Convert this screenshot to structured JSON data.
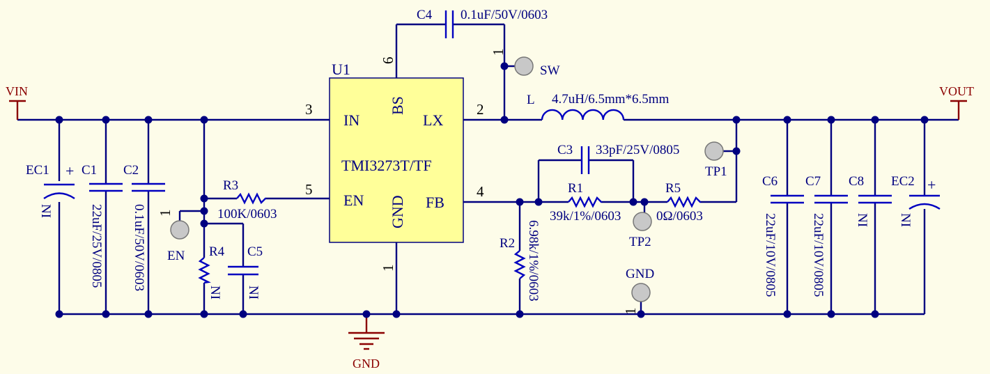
{
  "power": {
    "vin": "VIN",
    "vout": "VOUT",
    "gnd": "GND"
  },
  "ic": {
    "ref": "U1",
    "part": "TMI3273T/TF",
    "pins": {
      "in": "IN",
      "en": "EN",
      "bs": "BS",
      "gnd": "GND",
      "lx": "LX",
      "fb": "FB"
    },
    "pin_numbers": {
      "in": "3",
      "en": "5",
      "bs": "6",
      "gnd": "1",
      "lx": "2",
      "fb": "4"
    }
  },
  "components": {
    "ec1": {
      "ref": "EC1",
      "value": "NI"
    },
    "c1": {
      "ref": "C1",
      "value": "22uF/25V/0805"
    },
    "c2": {
      "ref": "C2",
      "value": "0.1uF/50V/0603"
    },
    "r3": {
      "ref": "R3",
      "value": "100K/0603"
    },
    "r4": {
      "ref": "R4",
      "value": "NI"
    },
    "c5": {
      "ref": "C5",
      "value": "NI"
    },
    "c4": {
      "ref": "C4",
      "value": "0.1uF/50V/0603"
    },
    "l": {
      "ref": "L",
      "value": "4.7uH/6.5mm*6.5mm"
    },
    "c3": {
      "ref": "C3",
      "value": "33pF/25V/0805"
    },
    "r1": {
      "ref": "R1",
      "value": "39k/1%/0603"
    },
    "r5": {
      "ref": "R5",
      "value": "0Ω/0603"
    },
    "r2": {
      "ref": "R2",
      "value": "6.98k/1%/0603"
    },
    "c6": {
      "ref": "C6",
      "value": "22uF/10V/0805"
    },
    "c7": {
      "ref": "C7",
      "value": "22uF/10V/0805"
    },
    "c8": {
      "ref": "C8",
      "value": "NI"
    },
    "ec2": {
      "ref": "EC2",
      "value": "NI"
    }
  },
  "testpoints": {
    "sw": {
      "label": "SW",
      "pin": "1"
    },
    "en": {
      "label": "EN",
      "pin": "1"
    },
    "tp1": {
      "label": "TP1"
    },
    "tp2": {
      "label": "TP2"
    },
    "gnd": {
      "label": "GND",
      "pin": "1"
    }
  },
  "polarity_mark": "+"
}
